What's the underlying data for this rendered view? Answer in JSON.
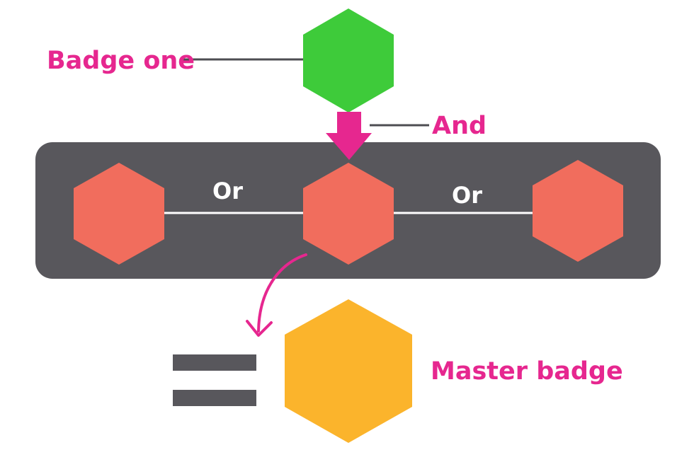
{
  "labels": {
    "badge_one": "Badge one",
    "and": "And",
    "or_left": "Or",
    "or_right": "Or",
    "master_badge": "Master badge"
  },
  "colors": {
    "accent_pink": "#E6278F",
    "badge_one_green": "#3ECB3A",
    "option_coral": "#F16D5D",
    "master_gold": "#FBB42C",
    "panel_dark": "#58575C",
    "connector_white": "#FFFFFF",
    "connector_dark": "#4D4D52"
  },
  "icons": {
    "equals": "equals-icon",
    "flow_arrow": "down-arrow-icon",
    "curved_arrow": "curved-arrow-icon"
  }
}
